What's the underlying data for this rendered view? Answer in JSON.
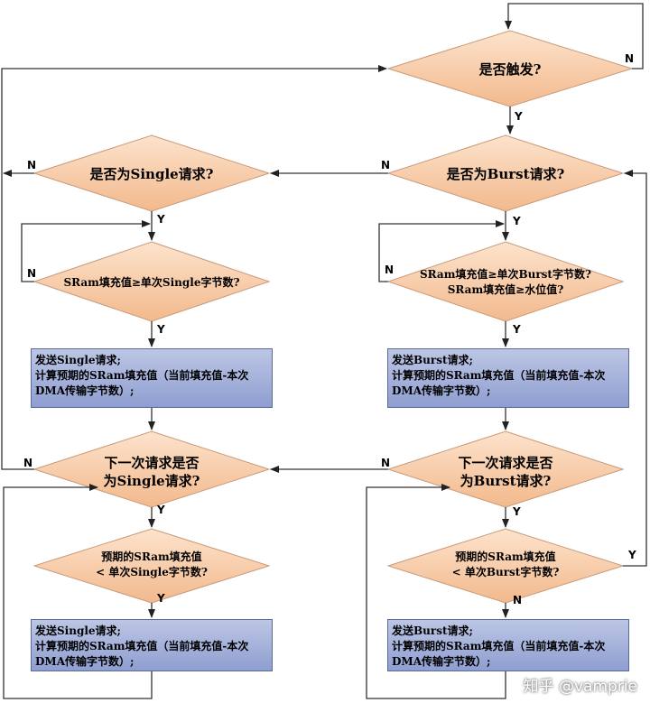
{
  "decisions": {
    "trigger": "是否触发?",
    "single_req": "是否为Single请求?",
    "burst_req": "是否为Burst请求?",
    "single_fill_cmp": "SRam填充值≥单次Single字节数?",
    "burst_fill_cmp_1": "SRam填充值≥单次Burst字节数?",
    "burst_fill_cmp_2": "SRam填充值≥水位值?",
    "next_single_1": "下一次请求是否",
    "next_single_2": "为Single请求?",
    "next_burst_1": "下一次请求是否",
    "next_burst_2": "为Burst请求?",
    "pred_single_1": "预期的SRam填充值",
    "pred_single_2": "< 单次Single字节数?",
    "pred_burst_1": "预期的SRam填充值",
    "pred_burst_2": "< 单次Burst字节数?"
  },
  "processes": {
    "send_single_1": [
      "发送Single请求;",
      "计算预期的SRam填充值（当前填充值-本次",
      "DMA传输字节数）;"
    ],
    "send_burst_1": [
      "发送Burst请求;",
      "计算预期的SRam填充值（当前填充值-本次",
      "DMA传输字节数）;"
    ],
    "send_single_2": [
      "发送Single请求;",
      "计算预期的SRam填充值（当前填充值-本次",
      "DMA传输字节数）;"
    ],
    "send_burst_2": [
      "发送Burst请求;",
      "计算预期的SRam填充值（当前填充值-本次",
      "DMA传输字节数）;"
    ]
  },
  "labels": {
    "yes": "Y",
    "no": "N"
  },
  "watermark": "知乎 @vamprie",
  "colors": {
    "diamond_top": "#fde3cc",
    "diamond_bottom": "#f2b98d",
    "diamond_border": "#c99a78",
    "process_top": "#bcc6e4",
    "process_bottom": "#8f9ed1",
    "line": "#333333"
  }
}
